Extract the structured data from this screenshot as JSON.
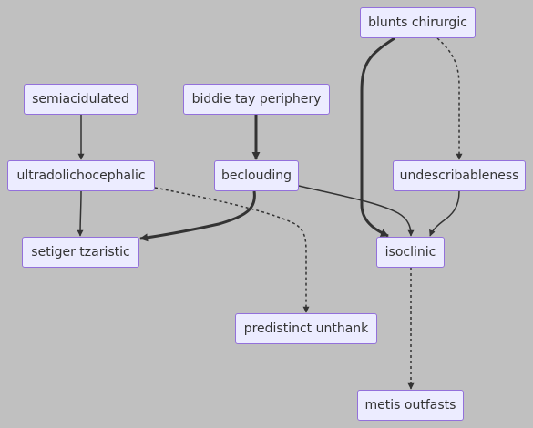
{
  "diagram": {
    "nodes": {
      "blunts_chirurgic": "blunts chirurgic",
      "semiacidulated": "semiacidulated",
      "biddie_tay_periphery": "biddie tay periphery",
      "ultradolichocephalic": "ultradolichocephalic",
      "beclouding": "beclouding",
      "undescribableness": "undescribableness",
      "setiger_tzaristic": "setiger tzaristic",
      "isoclinic": "isoclinic",
      "predistinct_unthank": "predistinct unthank",
      "metis_outfasts": "metis outfasts"
    },
    "edges": [
      {
        "from": "semiacidulated",
        "to": "ultradolichocephalic",
        "style": "normal"
      },
      {
        "from": "biddie_tay_periphery",
        "to": "beclouding",
        "style": "thick"
      },
      {
        "from": "blunts_chirurgic",
        "to": "isoclinic",
        "style": "thick"
      },
      {
        "from": "blunts_chirurgic",
        "to": "undescribableness",
        "style": "dotted"
      },
      {
        "from": "ultradolichocephalic",
        "to": "setiger_tzaristic",
        "style": "normal"
      },
      {
        "from": "ultradolichocephalic",
        "to": "predistinct_unthank",
        "style": "dotted"
      },
      {
        "from": "beclouding",
        "to": "setiger_tzaristic",
        "style": "thick"
      },
      {
        "from": "beclouding",
        "to": "isoclinic",
        "style": "normal"
      },
      {
        "from": "undescribableness",
        "to": "isoclinic",
        "style": "normal"
      },
      {
        "from": "isoclinic",
        "to": "metis_outfasts",
        "style": "dotted"
      }
    ],
    "colors": {
      "background": "#c0c0c0",
      "node_fill": "#ececff",
      "node_border": "#9370db",
      "edge": "#333333",
      "text": "#333333"
    }
  }
}
